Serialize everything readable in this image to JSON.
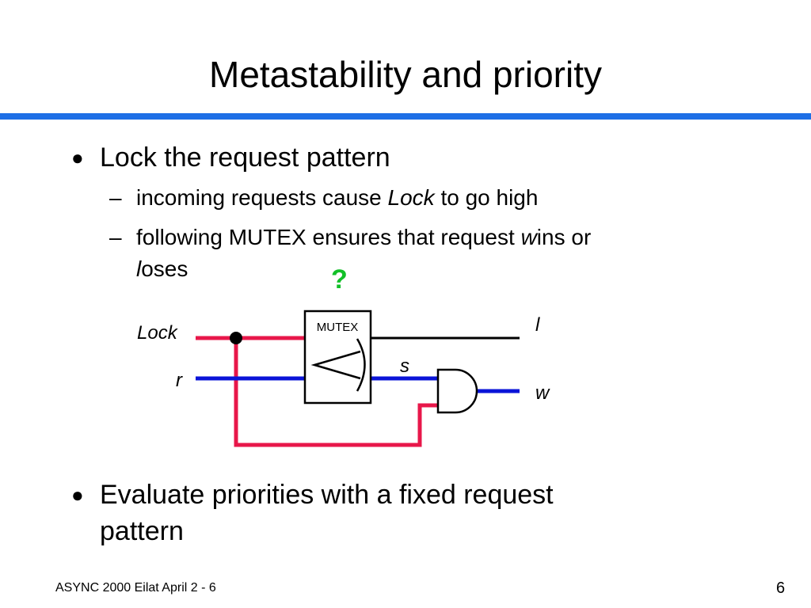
{
  "slide": {
    "title": "Metastability and priority",
    "bullets": [
      {
        "text": "Lock the request pattern",
        "subitems": [
          {
            "before": "incoming requests cause ",
            "italic": "Lock",
            "after": " to go high"
          },
          {
            "line1_before": "following MUTEX ensures that request ",
            "line1_italic": "w",
            "line1_after": "ins or",
            "line2_italic": "l",
            "line2_after": "oses"
          }
        ]
      },
      {
        "line1": "Evaluate priorities with a fixed request",
        "line2": "pattern"
      }
    ],
    "question_mark": "?",
    "footer": {
      "left": "ASYNC 2000 Eilat April 2 - 6",
      "page": "6"
    }
  },
  "diagram": {
    "labels": {
      "lock": "Lock",
      "r": "r",
      "l": "l",
      "s": "s",
      "w": "w",
      "mutex": "MUTEX"
    },
    "colors": {
      "lock_wire": "#e8174a",
      "request_wire": "#0a14d8",
      "output_wire": "#000000",
      "question": "#12c028",
      "rule": "#1e6fe6"
    }
  }
}
